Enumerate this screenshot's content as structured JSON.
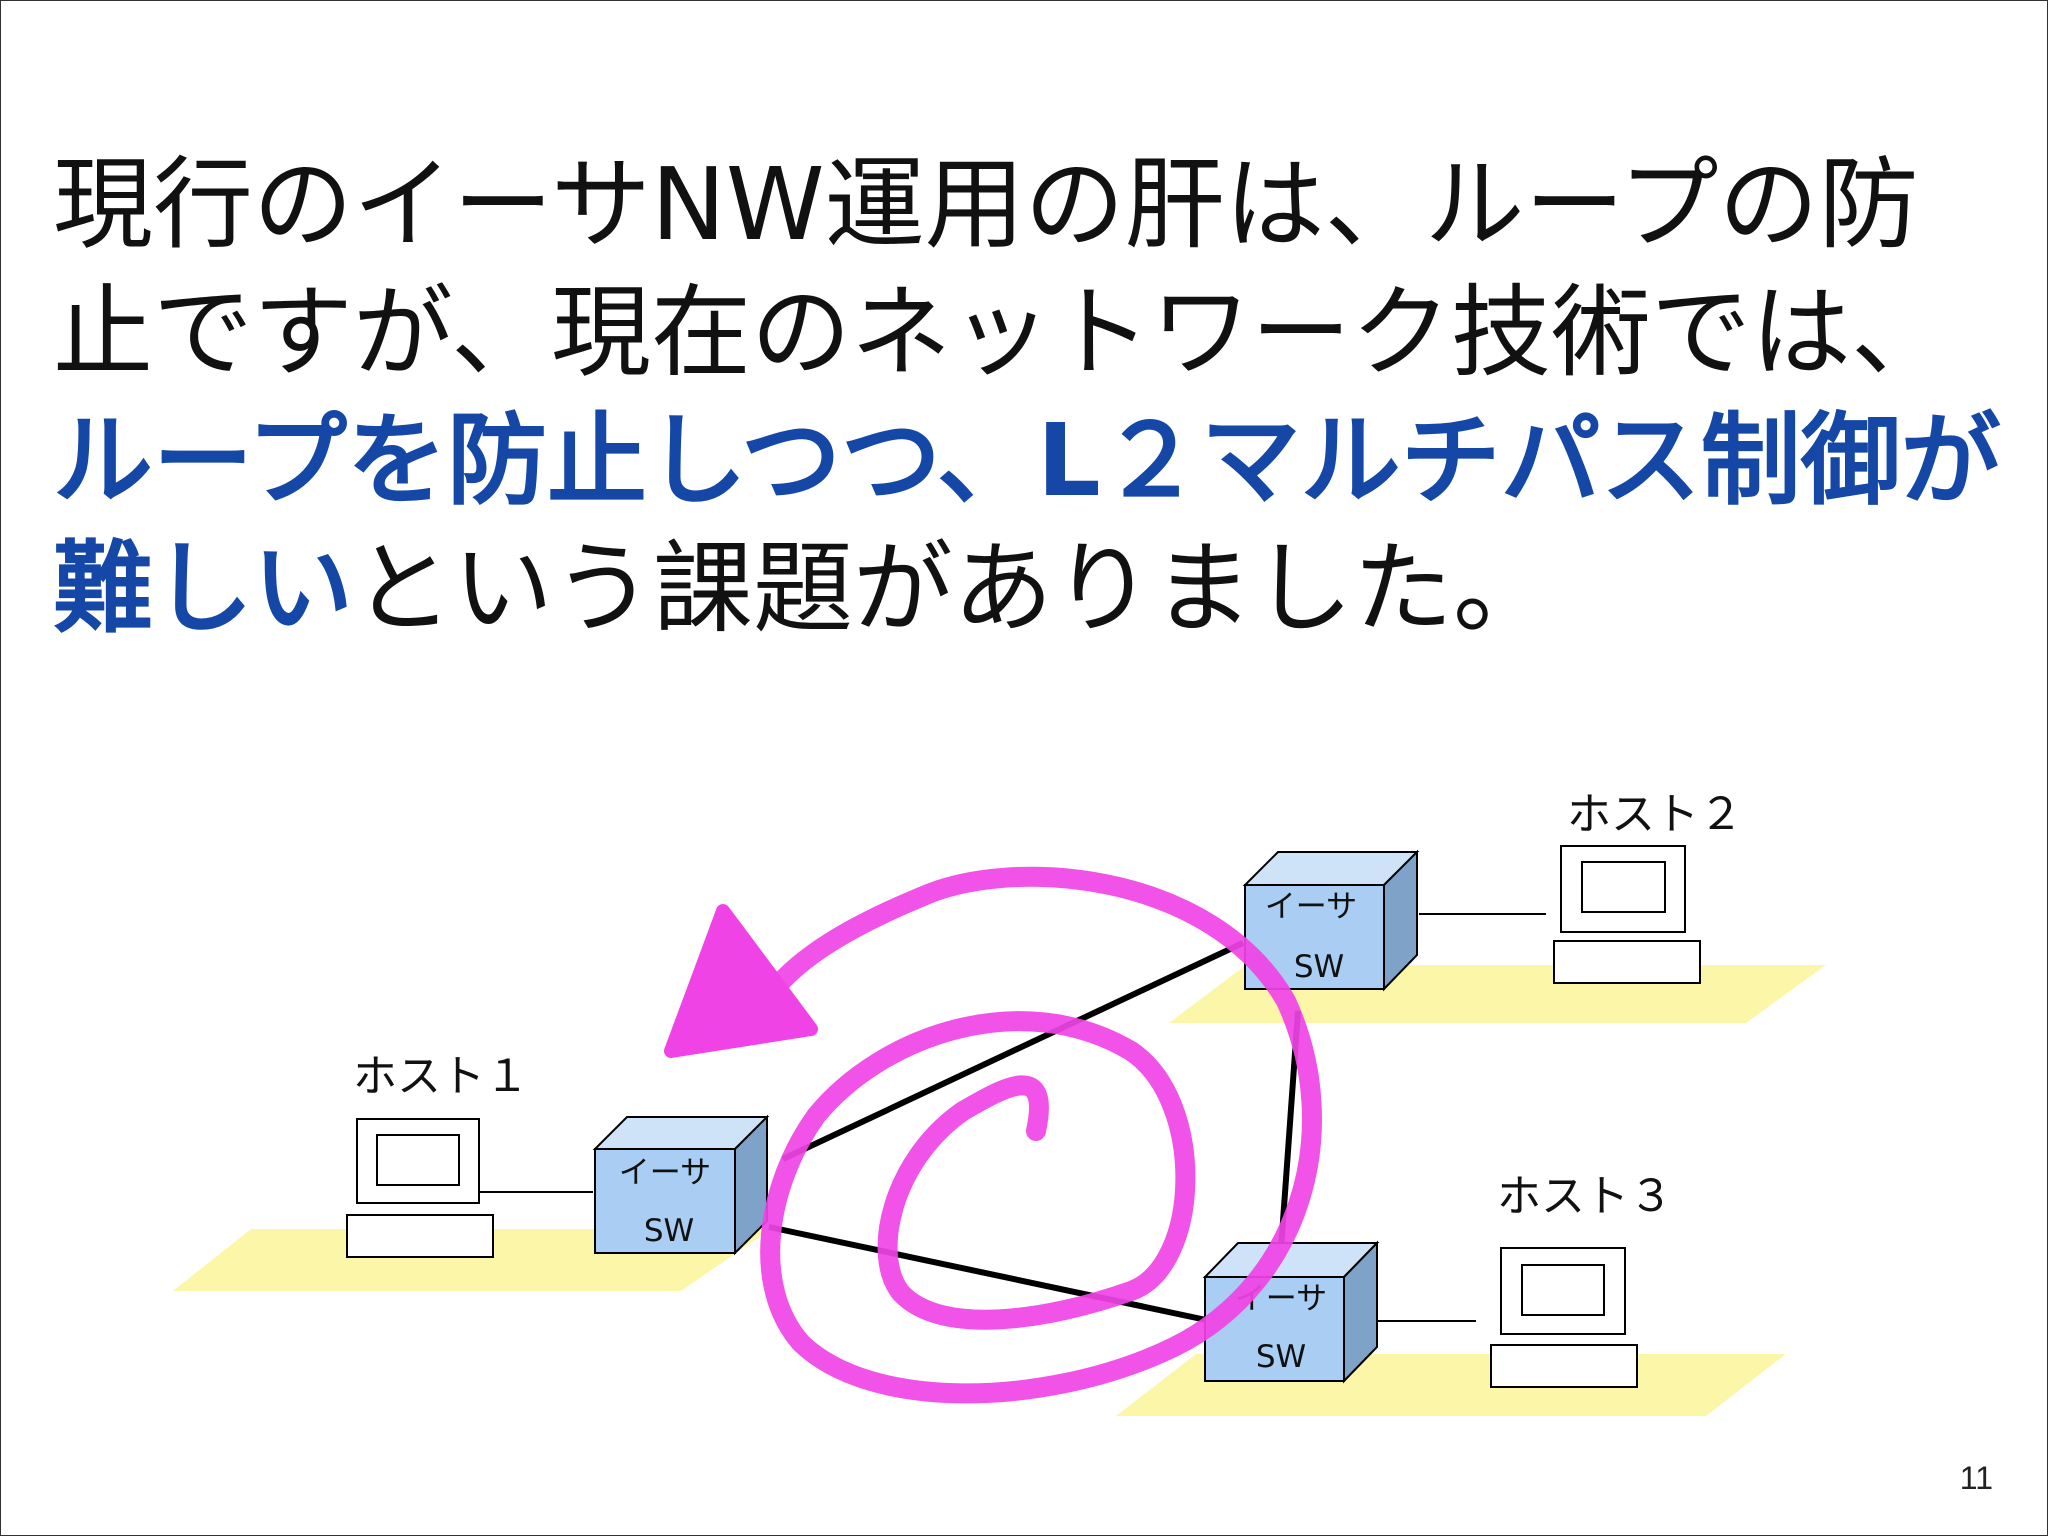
{
  "slide": {
    "title": {
      "part1": "現行のイーサNW運用の肝は、ループの防止ですが、現在のネットワーク技術では、",
      "highlight": "ループを防止しつつ、L２マルチパス制御が難しい",
      "part2": "という課題がありました。"
    },
    "page_number": "11",
    "colors": {
      "highlight": "#1547a6",
      "loop_arrow": "#f043e6",
      "switch_fill": "#a9cdf3",
      "floor": "#fbf6a8"
    },
    "diagram": {
      "hosts": [
        {
          "label": "ホスト１"
        },
        {
          "label": "ホスト２"
        },
        {
          "label": "ホスト３"
        }
      ],
      "switches": [
        {
          "line1": "イーサ",
          "line2": "SW"
        },
        {
          "line1": "イーサ",
          "line2": "SW"
        },
        {
          "line1": "イーサ",
          "line2": "SW"
        }
      ]
    }
  }
}
